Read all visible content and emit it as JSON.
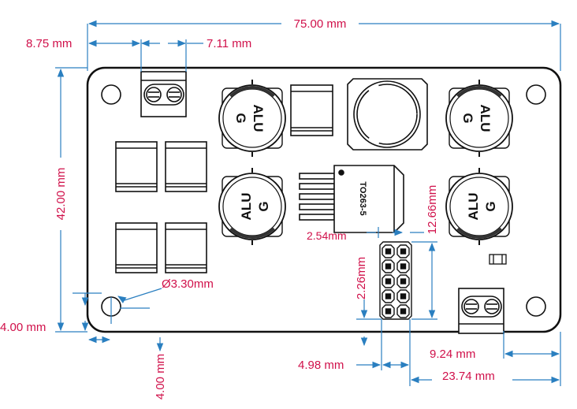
{
  "colors": {
    "dimension_line": "#2a7fc0",
    "dimension_text": "#d0104a",
    "outline": "#111111",
    "fill": "#ffffff"
  },
  "dimensions": {
    "board_width": "75.00 mm",
    "left_to_terminal": "8.75 mm",
    "terminal_pitch": "7.11 mm",
    "board_height": "42.00 mm",
    "mount_hole_offset_y": "4.00 mm",
    "mount_hole_offset_x": "4.00 mm",
    "mount_hole_diameter": "Ø3.30mm",
    "ic_pin_pitch": "2.54mm",
    "header_height": "12.66mm",
    "header_pitch": "2.26mm",
    "header_width": "4.98 mm",
    "terminal_right_offset": "9.24 mm",
    "header_right_offset": "23.74 mm"
  },
  "components": {
    "capacitor_label_1": "ALU",
    "capacitor_label_2": "G",
    "regulator_label": "TO263-5"
  }
}
